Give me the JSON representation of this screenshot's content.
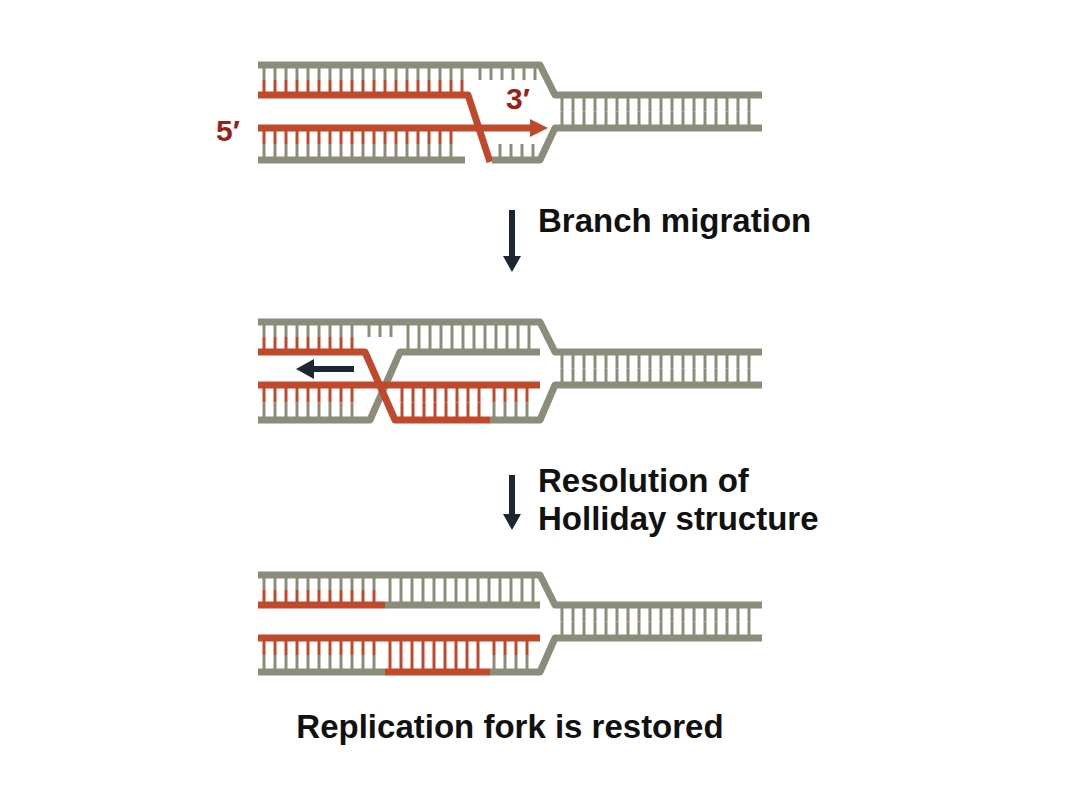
{
  "diagram": {
    "labels": [
      "3′",
      "5′",
      "Branch migration",
      "Resolution of Holliday structure",
      "Replication fork is restored"
    ]
  }
}
